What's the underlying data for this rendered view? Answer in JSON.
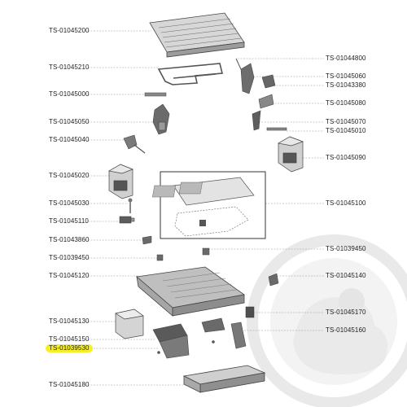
{
  "parts": {
    "left": [
      "TS-01045200",
      "TS-01045210",
      "TS-01045000",
      "TS-01045050",
      "TS-01045040",
      "TS-01045020",
      "TS-01045030",
      "TS-01045110",
      "TS-01043860",
      "TS-01039450",
      "TS-01045120",
      "TS-01045130",
      "TS-01045150",
      "TS-01039530",
      "TS-01045180"
    ],
    "right": [
      "TS-01044800",
      "TS-01045060",
      "TS-01043380",
      "TS-01045080",
      "TS-01045070",
      "TS-01045010",
      "TS-01045090",
      "TS-01045100",
      "TS-01039450",
      "TS-01045140",
      "TS-01045170",
      "TS-01045160"
    ],
    "highlighted": "TS-01039530"
  },
  "colors": {
    "highlight": "#f7ef24",
    "leader_line": "#9a9a9a",
    "watermark": "#dcdcdc"
  }
}
